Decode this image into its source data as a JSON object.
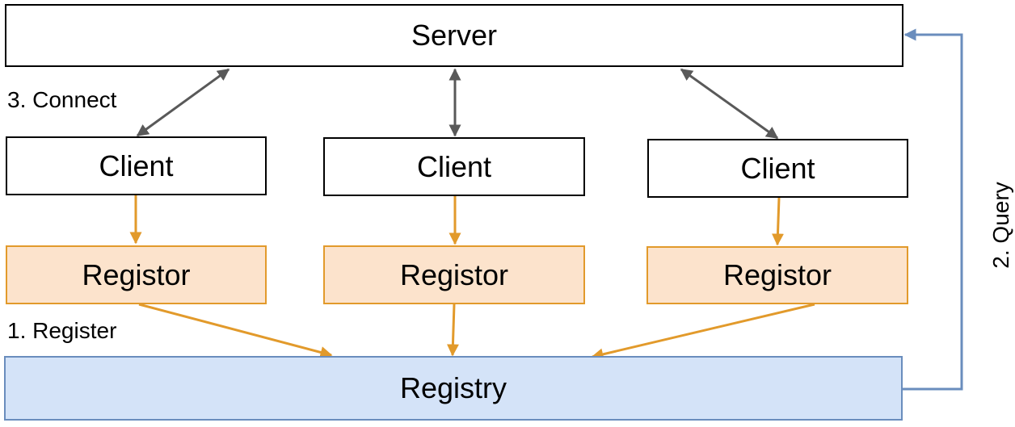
{
  "nodes": {
    "server": "Server",
    "clients": [
      "Client",
      "Client",
      "Client"
    ],
    "registors": [
      "Registor",
      "Registor",
      "Registor"
    ],
    "registry": "Registry"
  },
  "labels": {
    "connect": "3. Connect",
    "register": "1. Register",
    "query": "2. Query"
  },
  "colors": {
    "connect_arrow": "#595959",
    "register_arrow": "#e29a2b",
    "query_arrow": "#6a8dbd",
    "registor_fill": "#fce3cc",
    "registry_fill": "#d4e3f8"
  }
}
